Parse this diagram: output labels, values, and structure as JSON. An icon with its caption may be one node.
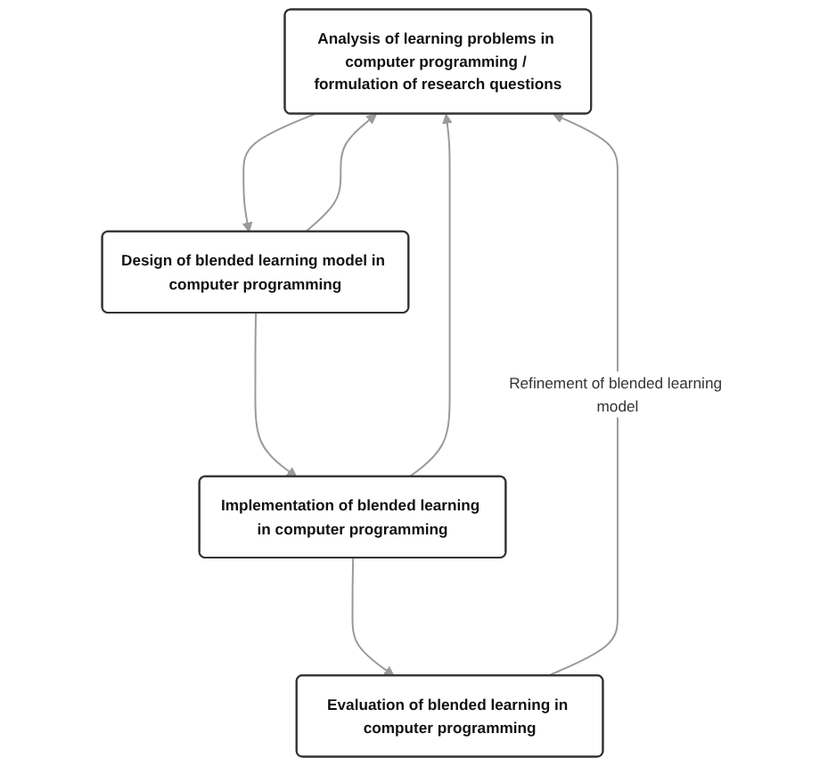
{
  "diagram": {
    "nodes": [
      {
        "text": [
          "Analysis of learning problems in computer programming / formulation of research questions"
        ]
      },
      {
        "text": [
          "Design of blended learning model in computer programming"
        ]
      },
      {
        "text": [
          "Implementation of blended learning in computer programming"
        ]
      },
      {
        "text": [
          "Evaluation of blended learning in computer programming"
        ]
      }
    ],
    "edges": [
      {
        "from": 0,
        "to": 1,
        "arrow": "to"
      },
      {
        "from": 1,
        "to": 2,
        "arrow": "to"
      },
      {
        "from": 2,
        "to": 3,
        "arrow": "to"
      },
      {
        "from": 3,
        "to": 0,
        "arrow": "to",
        "label": "Refinement of blended learning model"
      },
      {
        "from": 1,
        "to": 0,
        "arrow": "to"
      },
      {
        "from": 2,
        "to": 0,
        "arrow": "to"
      }
    ]
  }
}
